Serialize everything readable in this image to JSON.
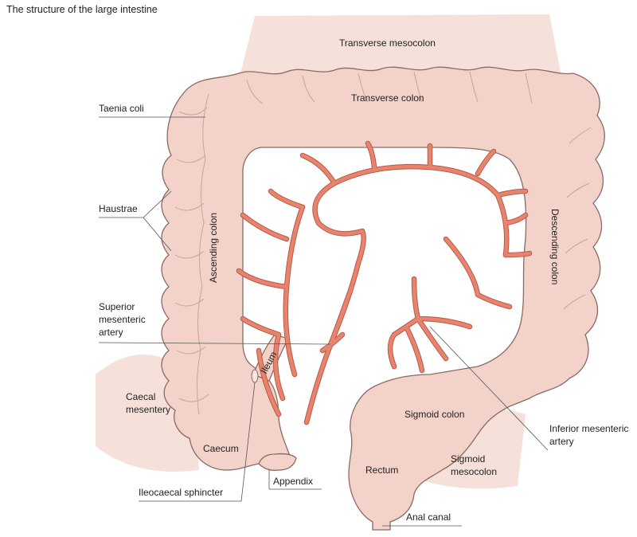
{
  "title": "The structure of the large intestine",
  "labels": {
    "transverse_mesocolon": "Transverse mesocolon",
    "transverse_colon": "Transverse colon",
    "taenia_coli": "Taenia coli",
    "haustrae": "Haustrae",
    "ascending_colon": "Ascending colon",
    "descending_colon": "Descending colon",
    "superior_mesenteric_artery": [
      "Superior",
      "mesenteric",
      "artery"
    ],
    "ileum": "Ileum",
    "caecal_mesentery": [
      "Caecal",
      "mesentery"
    ],
    "caecum": "Caecum",
    "appendix": "Appendix",
    "ileocaecal_sphincter": "Ileocaecal sphincter",
    "sigmoid_colon": "Sigmoid colon",
    "inferior_mesenteric_artery": [
      "Inferior mesenteric",
      "artery"
    ],
    "sigmoid_mesocolon": [
      "Sigmoid",
      "mesocolon"
    ],
    "rectum": "Rectum",
    "anal_canal": "Anal canal"
  },
  "colors": {
    "colon_fill": "#f3d2c9",
    "colon_outline": "#8a6a64",
    "mesentery_fill": "#f6e1da",
    "artery": "#e8836e",
    "artery_outline": "#b65a48",
    "leader_line": "#555555"
  }
}
